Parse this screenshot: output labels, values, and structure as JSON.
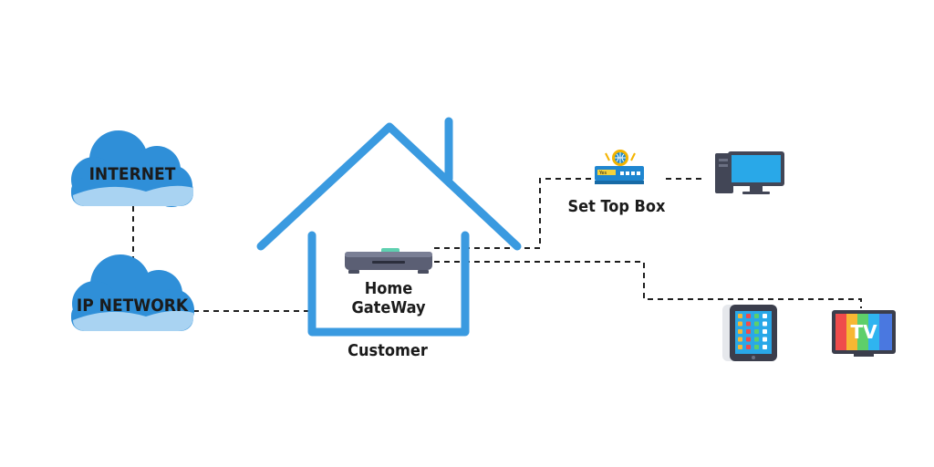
{
  "diagram": {
    "clouds": {
      "internet": {
        "label": "INTERNET"
      },
      "ip_network": {
        "label": "IP NETWORK"
      }
    },
    "home_gateway": {
      "label_line1": "Home",
      "label_line2": "GateWay"
    },
    "customer": {
      "label": "Customer"
    },
    "set_top_box": {
      "label": "Set Top Box",
      "panel_text": "Yes"
    },
    "tv": {
      "label": "TV"
    },
    "colors": {
      "cloud_dark": "#2f8fd8",
      "cloud_light": "#a9d3f2",
      "house": "#3a9ae0",
      "device_gray": "#5b5f74",
      "line": "#1e1e1e"
    }
  }
}
